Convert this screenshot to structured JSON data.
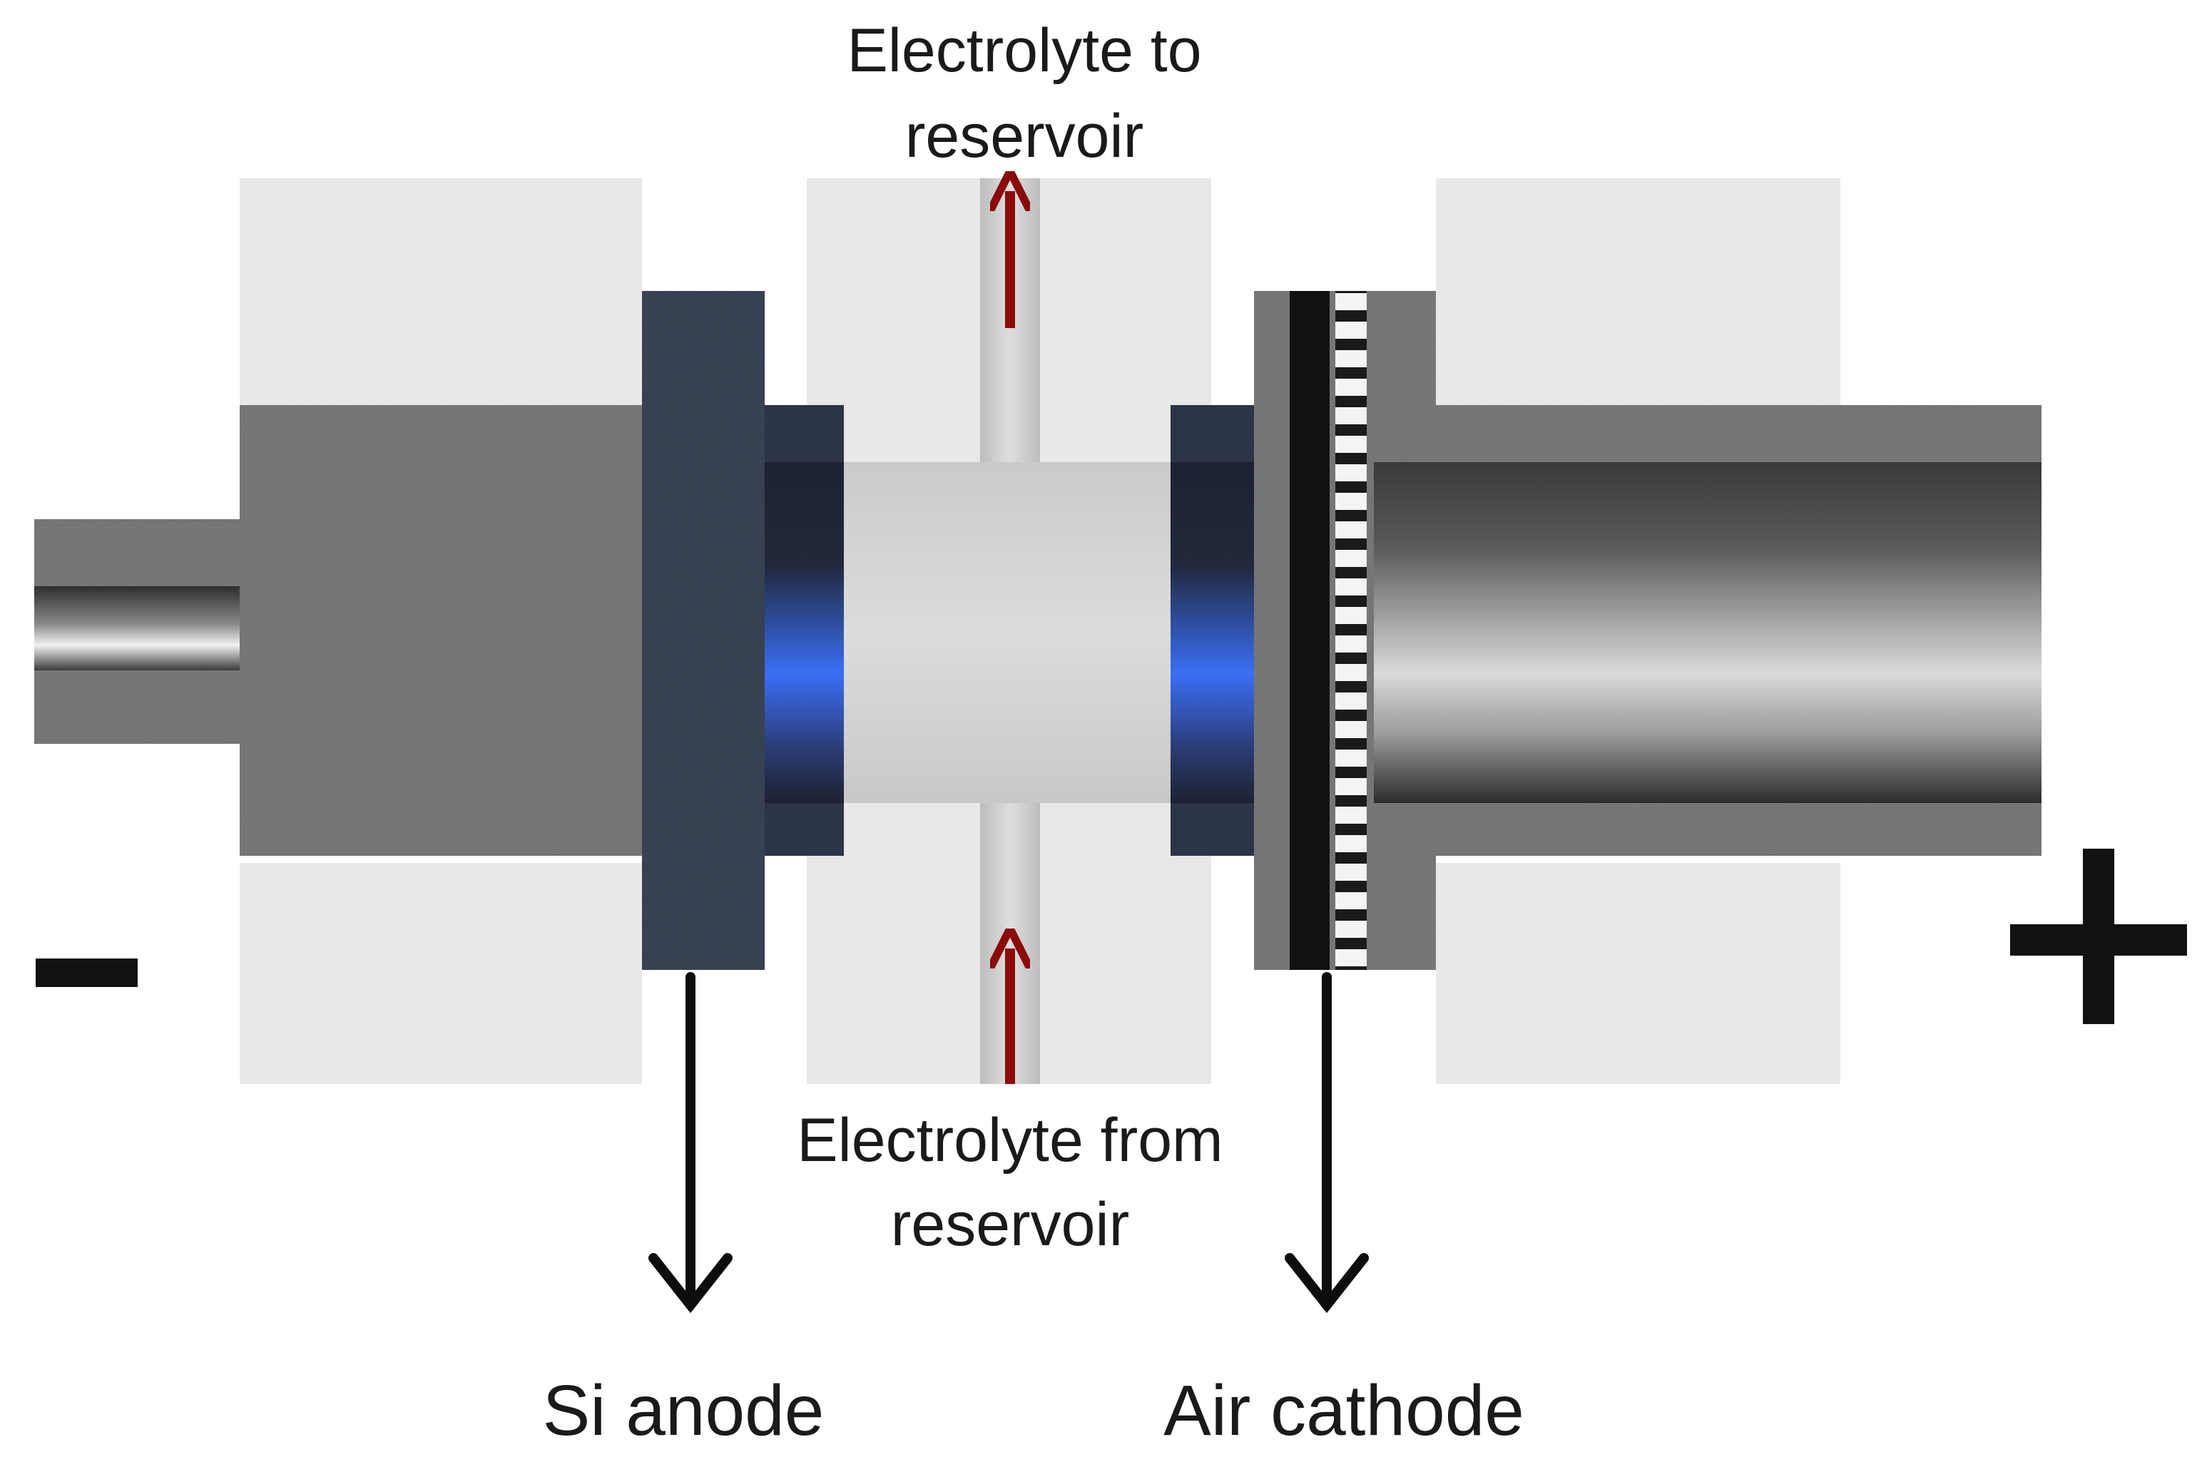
{
  "labels": {
    "electrolyte_to_line1": "Electrolyte to",
    "electrolyte_to_line2": "reservoir",
    "electrolyte_from_line1": "Electrolyte from",
    "electrolyte_from_line2": "reservoir",
    "si_anode": "Si anode",
    "air_cathode": "Air cathode",
    "minus_sign": "−",
    "plus_sign": "+"
  },
  "colors": {
    "housing": "#e8e8e8",
    "steel": "#7c7c7c",
    "anode_plate": "#3c4658",
    "blue_glow": "#3b6ef5",
    "electrolyte": "#d4d4d4",
    "flow_arrow": "#8b0a0a",
    "pointer_arrow": "#0d0d0d"
  }
}
